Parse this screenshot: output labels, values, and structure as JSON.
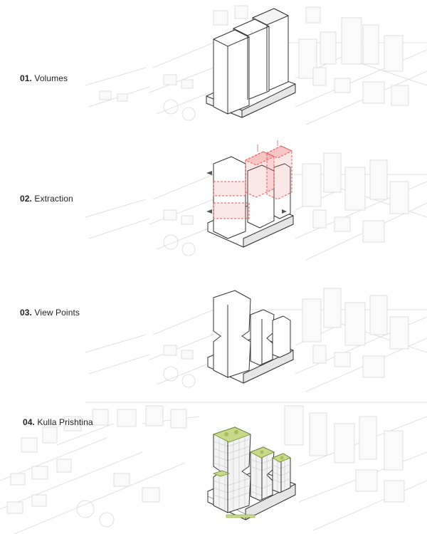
{
  "steps": [
    {
      "number": "01.",
      "name": "Volumes"
    },
    {
      "number": "02.",
      "name": "Extraction"
    },
    {
      "number": "03.",
      "name": "View Points"
    },
    {
      "number": "04.",
      "name": "Kulla Prishtina"
    }
  ],
  "colors": {
    "extraction_accent": "#e05a5a",
    "green_roof": "#c8d98a",
    "context_lines": "#d8d8d8",
    "building_outline": "#333333"
  }
}
